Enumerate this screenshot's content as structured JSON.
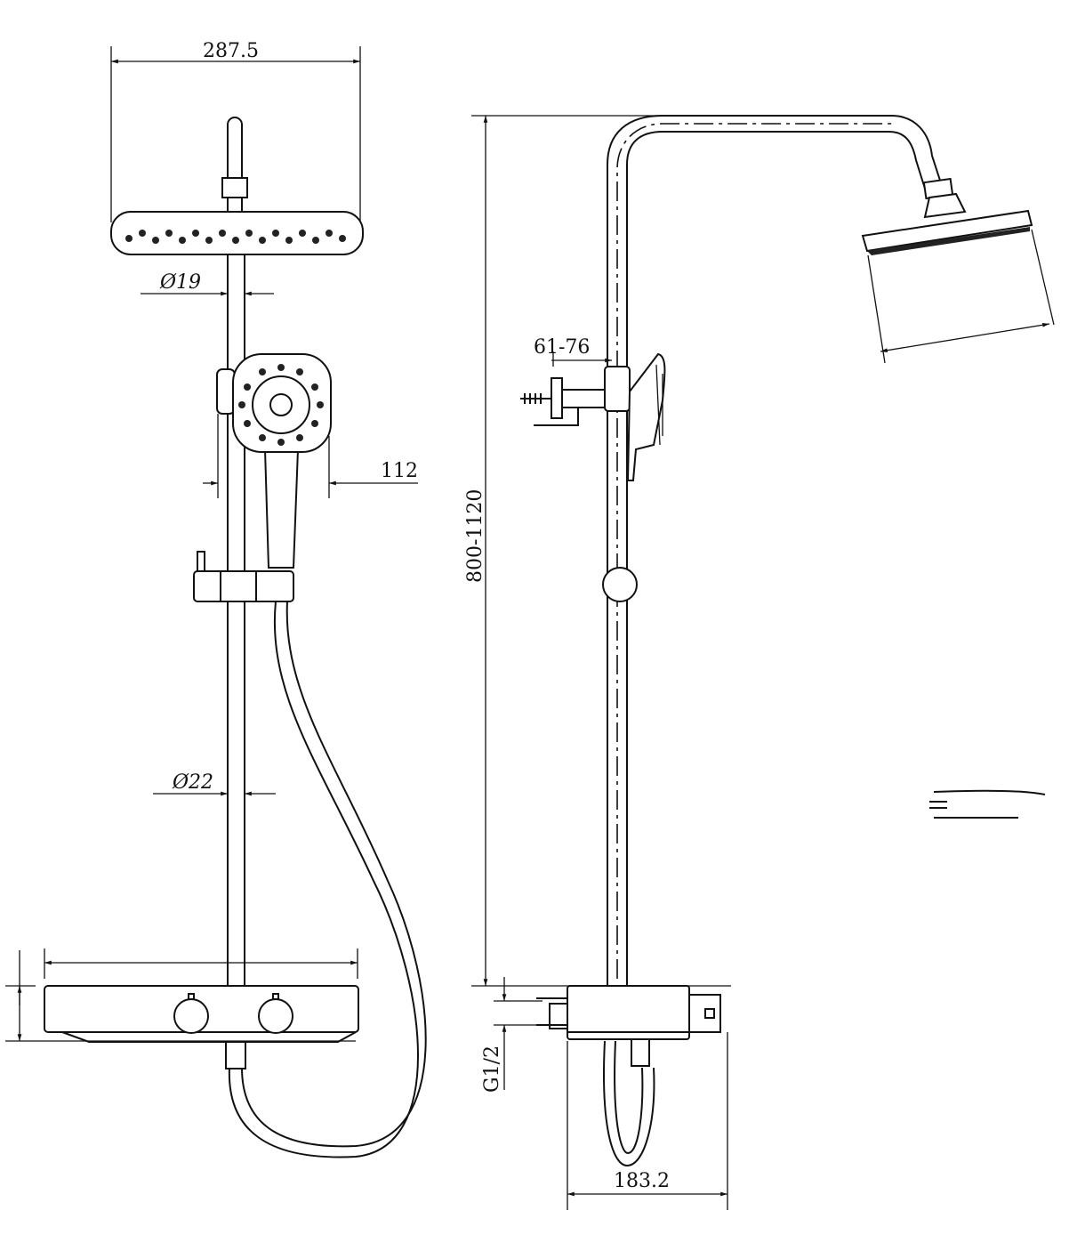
{
  "drawing": {
    "front_view": {
      "head_width": "287.5",
      "rail_top_diameter": "Ø19",
      "hand_shower_offset": "112",
      "rail_bottom_diameter": "Ø22"
    },
    "side_view": {
      "height_range": "800-1120",
      "wall_bracket_range": "61-76",
      "inlet_thread": "G1/2",
      "shelf_depth": "183.2"
    }
  }
}
